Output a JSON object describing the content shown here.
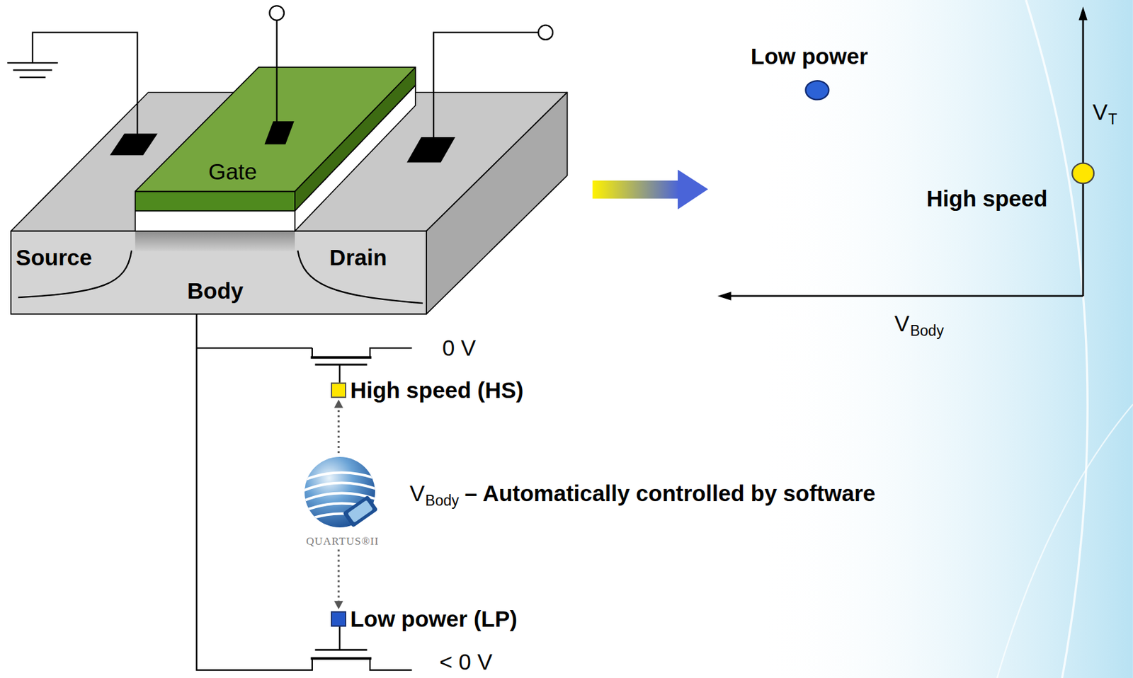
{
  "diagram": {
    "nodes": [
      {
        "text": [
          "High speed (HS)"
        ]
      },
      {
        "text": [
          "QUARTUS®II"
        ]
      },
      {
        "text": [
          "Low power (LP)"
        ]
      }
    ],
    "edges": [
      {
        "from": 1,
        "to": 0,
        "arrow": "to"
      },
      {
        "from": 1,
        "to": 2,
        "arrow": "to"
      }
    ],
    "labels": [
      "Gate",
      "Source",
      "Drain",
      "Body",
      "0 V",
      "V",
      "Body",
      "– Automatically controlled by software",
      "< 0 V",
      "Low power",
      "V",
      "T",
      "High speed",
      "V",
      "Body"
    ]
  }
}
